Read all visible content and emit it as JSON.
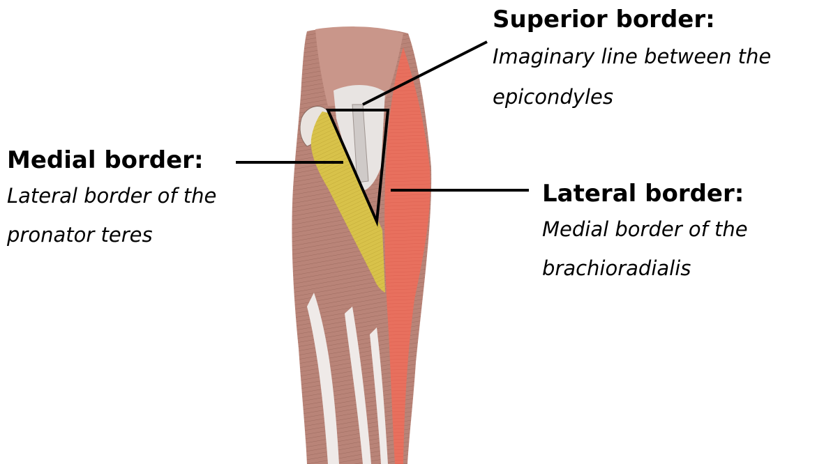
{
  "colors": {
    "pronator_teres": "#d8c24a",
    "brachioradialis": "#e8705e",
    "muscle_base": "#b98478",
    "tendon": "#e8e4e2",
    "border_lines": "#000000"
  },
  "labels": {
    "superior": {
      "title": "Superior border:",
      "desc_line1": "Imaginary line between the",
      "desc_line2": "epicondyles"
    },
    "medial": {
      "title": "Medial border:",
      "desc_line1": "Lateral border of the",
      "desc_line2": "pronator teres"
    },
    "lateral": {
      "title": "Lateral border:",
      "desc_line1": "Medial border of the",
      "desc_line2": "brachioradialis"
    }
  }
}
